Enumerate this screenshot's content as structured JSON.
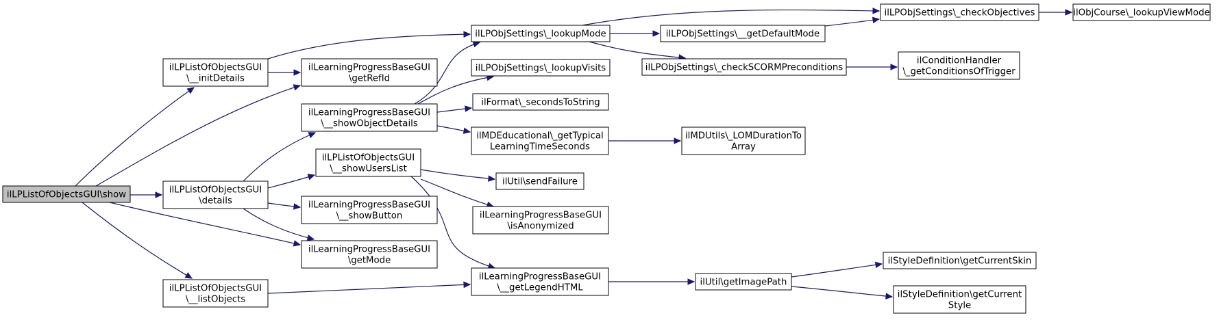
{
  "colors": {
    "edge": "#191970",
    "root_fill": "#bfbfbf",
    "node_fill": "#ffffff",
    "node_stroke": "#000000"
  },
  "nodes": [
    {
      "id": "show",
      "lines": [
        "ilLPListOfObjectsGUI\\show"
      ],
      "root": true
    },
    {
      "id": "initDetails",
      "lines": [
        "ilLPListOfObjectsGUI",
        "\\__initDetails"
      ]
    },
    {
      "id": "details",
      "lines": [
        "ilLPListOfObjectsGUI",
        "\\details"
      ]
    },
    {
      "id": "listObjects",
      "lines": [
        "ilLPListOfObjectsGUI",
        "\\__listObjects"
      ]
    },
    {
      "id": "getRefId",
      "lines": [
        "ilLearningProgressBaseGUI",
        "\\getRefId"
      ]
    },
    {
      "id": "showObjectDetails",
      "lines": [
        "ilLearningProgressBaseGUI",
        "\\__showObjectDetails"
      ]
    },
    {
      "id": "showUsersList",
      "lines": [
        "ilLPListOfObjectsGUI",
        "\\__showUsersList"
      ]
    },
    {
      "id": "showButton",
      "lines": [
        "ilLearningProgressBaseGUI",
        "\\__showButton"
      ]
    },
    {
      "id": "getMode",
      "lines": [
        "ilLearningProgressBaseGUI",
        "\\getMode"
      ]
    },
    {
      "id": "lookupMode",
      "lines": [
        "ilLPObjSettings\\_lookupMode"
      ]
    },
    {
      "id": "lookupVisits",
      "lines": [
        "ilLPObjSettings\\_lookupVisits"
      ]
    },
    {
      "id": "secondsToString",
      "lines": [
        "ilFormat\\_secondsToString"
      ]
    },
    {
      "id": "getTypical",
      "lines": [
        "ilMDEducational\\_getTypical",
        "LearningTimeSeconds"
      ]
    },
    {
      "id": "sendFailure",
      "lines": [
        "ilUtil\\sendFailure"
      ]
    },
    {
      "id": "isAnonymized",
      "lines": [
        "ilLearningProgressBaseGUI",
        "\\isAnonymized"
      ]
    },
    {
      "id": "getLegendHTML",
      "lines": [
        "ilLearningProgressBaseGUI",
        "\\__getLegendHTML"
      ]
    },
    {
      "id": "checkObjectives",
      "lines": [
        "ilLPObjSettings\\_checkObjectives"
      ]
    },
    {
      "id": "getDefaultMode",
      "lines": [
        "ilLPObjSettings\\__getDefaultMode"
      ]
    },
    {
      "id": "checkSCORM",
      "lines": [
        "ilLPObjSettings\\_checkSCORMPreconditions"
      ]
    },
    {
      "id": "lomDuration",
      "lines": [
        "ilMDUtils\\_LOMDurationTo",
        "Array"
      ]
    },
    {
      "id": "getImagePath",
      "lines": [
        "ilUtil\\getImagePath"
      ]
    },
    {
      "id": "lookupViewMode",
      "lines": [
        "ilObjCourse\\_lookupViewMode"
      ]
    },
    {
      "id": "conditionHandler",
      "lines": [
        "ilConditionHandler",
        "\\_getConditionsOfTrigger"
      ]
    },
    {
      "id": "getCurrentSkin",
      "lines": [
        "ilStyleDefinition\\getCurrentSkin"
      ]
    },
    {
      "id": "getCurrentStyle",
      "lines": [
        "ilStyleDefinition\\getCurrent",
        "Style"
      ]
    }
  ],
  "edges": [
    {
      "from": "show",
      "to": "details"
    },
    {
      "from": "show",
      "to": "initDetails"
    },
    {
      "from": "show",
      "to": "getRefId"
    },
    {
      "from": "show",
      "to": "getMode"
    },
    {
      "from": "show",
      "to": "listObjects"
    },
    {
      "from": "initDetails",
      "to": "lookupMode"
    },
    {
      "from": "initDetails",
      "to": "getRefId"
    },
    {
      "from": "details",
      "to": "showObjectDetails"
    },
    {
      "from": "details",
      "to": "showUsersList"
    },
    {
      "from": "details",
      "to": "showButton"
    },
    {
      "from": "details",
      "to": "getMode"
    },
    {
      "from": "listObjects",
      "to": "getLegendHTML"
    },
    {
      "from": "showObjectDetails",
      "to": "lookupMode"
    },
    {
      "from": "showObjectDetails",
      "to": "lookupVisits"
    },
    {
      "from": "showObjectDetails",
      "to": "secondsToString"
    },
    {
      "from": "showObjectDetails",
      "to": "getTypical"
    },
    {
      "from": "showUsersList",
      "to": "sendFailure"
    },
    {
      "from": "showUsersList",
      "to": "isAnonymized"
    },
    {
      "from": "showUsersList",
      "to": "getLegendHTML"
    },
    {
      "from": "lookupMode",
      "to": "checkObjectives"
    },
    {
      "from": "lookupMode",
      "to": "getDefaultMode"
    },
    {
      "from": "lookupMode",
      "to": "checkSCORM"
    },
    {
      "from": "getDefaultMode",
      "to": "checkObjectives"
    },
    {
      "from": "checkObjectives",
      "to": "lookupViewMode"
    },
    {
      "from": "checkSCORM",
      "to": "conditionHandler"
    },
    {
      "from": "getTypical",
      "to": "lomDuration"
    },
    {
      "from": "getLegendHTML",
      "to": "getImagePath"
    },
    {
      "from": "getImagePath",
      "to": "getCurrentSkin"
    },
    {
      "from": "getImagePath",
      "to": "getCurrentStyle"
    }
  ]
}
